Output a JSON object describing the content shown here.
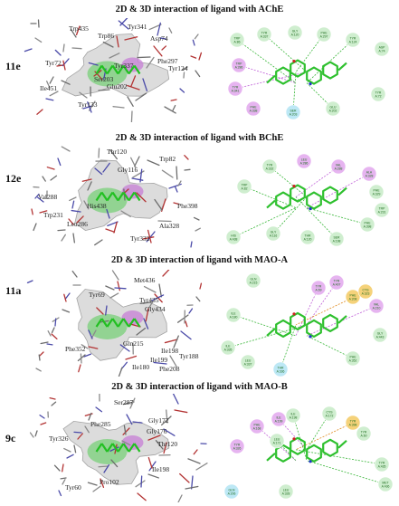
{
  "panels": [
    {
      "title": "2D & 3D interaction of ligand with AChE",
      "compound": "11e",
      "labels": [
        "Trp435",
        "Tyr341",
        "Trp86",
        "Asp74",
        "Phe297",
        "Tyr124",
        "Tyr133",
        "Tyr337",
        "Tyr72",
        "Ile451",
        "Glu202",
        "Ser203"
      ],
      "residues": [
        {
          "name": "TRP A:86",
          "color": "#cfeecf"
        },
        {
          "name": "TYR A:337",
          "color": "#cfeecf"
        },
        {
          "name": "GLY A:120",
          "color": "#cfeecf"
        },
        {
          "name": "PHE A:297",
          "color": "#cfeecf"
        },
        {
          "name": "TYR A:124",
          "color": "#cfeecf"
        },
        {
          "name": "ASP A:74",
          "color": "#cfeecf"
        },
        {
          "name": "TRP A:286",
          "color": "#e6b4f0"
        },
        {
          "name": "TYR A:341",
          "color": "#e6b4f0"
        },
        {
          "name": "PHE A:338",
          "color": "#e6b4f0"
        },
        {
          "name": "SER A:203",
          "color": "#bde8f5"
        },
        {
          "name": "GLU A:202",
          "color": "#cfeecf"
        },
        {
          "name": "TYR A:72",
          "color": "#cfeecf"
        }
      ]
    },
    {
      "title": "2D & 3D interaction of ligand with BChE",
      "compound": "12e",
      "labels": [
        "Thr120",
        "Trp82",
        "Phe398",
        "Tyr332",
        "Ala328",
        "Leu286",
        "Val288",
        "Gly116",
        "His438",
        "Trp231"
      ],
      "residues": [
        {
          "name": "TRP A:82",
          "color": "#cfeecf"
        },
        {
          "name": "TYR A:332",
          "color": "#cfeecf"
        },
        {
          "name": "LEU A:286",
          "color": "#e6b4f0"
        },
        {
          "name": "VAL A:288",
          "color": "#e6b4f0"
        },
        {
          "name": "ALA A:328",
          "color": "#e6b4f0"
        },
        {
          "name": "PHE A:329",
          "color": "#cfeecf"
        },
        {
          "name": "HIS A:438",
          "color": "#cfeecf"
        },
        {
          "name": "GLY A:116",
          "color": "#cfeecf"
        },
        {
          "name": "THR A:120",
          "color": "#cfeecf"
        },
        {
          "name": "SER A:198",
          "color": "#cfeecf"
        },
        {
          "name": "PHE A:398",
          "color": "#cfeecf"
        },
        {
          "name": "TRP A:231",
          "color": "#cfeecf"
        }
      ]
    },
    {
      "title": "2D & 3D interaction of ligand with MAO-A",
      "compound": "11a",
      "labels": [
        "Met436",
        "Tyr69",
        "Tyr435",
        "Gly434",
        "Tyr188",
        "Ile198",
        "Phe352",
        "Gln215",
        "Ile199",
        "Phe208",
        "Ile180"
      ],
      "residues": [
        {
          "name": "TYR A:69",
          "color": "#e6b4f0"
        },
        {
          "name": "TYR A:407",
          "color": "#e6b4f0"
        },
        {
          "name": "PHE A:208",
          "color": "#f5d27a"
        },
        {
          "name": "CYS A:323",
          "color": "#f5d27a"
        },
        {
          "name": "VAL A:210",
          "color": "#e6b4f0"
        },
        {
          "name": "GLN A:215",
          "color": "#cfeecf"
        },
        {
          "name": "ILE A:180",
          "color": "#cfeecf"
        },
        {
          "name": "ILE A:335",
          "color": "#cfeecf"
        },
        {
          "name": "LEU A:337",
          "color": "#cfeecf"
        },
        {
          "name": "THR A:336",
          "color": "#bde8f5"
        },
        {
          "name": "PHE A:352",
          "color": "#cfeecf"
        },
        {
          "name": "GLY A:443",
          "color": "#cfeecf"
        }
      ]
    },
    {
      "title": "2D & 3D interaction of ligand with MAO-B",
      "compound": "9c",
      "labels": [
        "Ser287",
        "Gly172",
        "Phe285",
        "Thr120",
        "Gly176",
        "Tyr60",
        "Ile198",
        "Tyr326",
        "Pro102"
      ],
      "residues": [
        {
          "name": "PHE A:168",
          "color": "#e6b4f0"
        },
        {
          "name": "ILE A:199",
          "color": "#e6b4f0"
        },
        {
          "name": "TYR A:326",
          "color": "#e6b4f0"
        },
        {
          "name": "TYR A:398",
          "color": "#f5d27a"
        },
        {
          "name": "ILE A:198",
          "color": "#cfeecf"
        },
        {
          "name": "GLN A:206",
          "color": "#bde8f5"
        },
        {
          "name": "LEU A:171",
          "color": "#cfeecf"
        },
        {
          "name": "CYS A:172",
          "color": "#cfeecf"
        },
        {
          "name": "TYR A:60",
          "color": "#cfeecf"
        },
        {
          "name": "TYR A:435",
          "color": "#cfeecf"
        },
        {
          "name": "MET A:436",
          "color": "#cfeecf"
        },
        {
          "name": "LEU A:328",
          "color": "#cfeecf"
        }
      ]
    }
  ]
}
